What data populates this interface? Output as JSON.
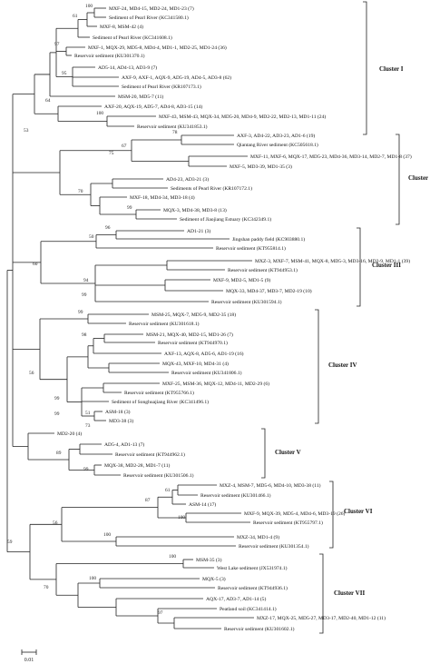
{
  "tree": {
    "leaves": [
      {
        "label": "MXF-24, MD4-15, MD2-24, MD1-23 (7)"
      },
      {
        "label": "Sediment of Pearl River (KC341580.1)"
      },
      {
        "label": "MXF-8, MSM-42 (4)"
      },
      {
        "label": "Sediment of Pearl River (KC341608.1)"
      },
      {
        "label": "MXF-1, MQX-29, MD5-8, MD4-4, MD1-1, MD2-25, MD1-24 (36)"
      },
      {
        "label": "Reservoir sediment (KU301370.1)"
      },
      {
        "label": "AD5-14, AD4-13, AD3-9 (7)"
      },
      {
        "label": "AXF-9, AXF-1, AQX-9, AD5-19, AD4-5, AD3-8 (62)"
      },
      {
        "label": "Sediment of Pearl River (KR107173.1)"
      },
      {
        "label": "MSM-20, MD5-7 (11)"
      },
      {
        "label": "AXF-20, AQX-19, AD5-7, AD4-8, AD3-15 (14)"
      },
      {
        "label": "MXF-43, MSM-43, MQX-34, MD5-20, MD4-9, MD2-22, MD2-13, MD1-11 (24)"
      },
      {
        "label": "Reservoir sediment (KU341853.1)"
      },
      {
        "label": "AXF-3, AD4-22, AD3-23, AD1-6 (19)"
      },
      {
        "label": "Qiantang River sediment (KC505618.1)"
      },
      {
        "label": "MXF-11, MXF-6, MQX-17, MD5-23, MD4-36, MD3-14, MD2-7, MD1-8 (37)"
      },
      {
        "label": "MXF-5, MD3-39, MD1-35 (3)"
      },
      {
        "label": "AD4-23, AD3-21 (3)"
      },
      {
        "label": "Sediments of Pearl River (KR107172.1)"
      },
      {
        "label": "MXF-18, MD4-34, MD3-18 (4)"
      },
      {
        "label": "MQX-3, MD4-38, MD3-8 (13)"
      },
      {
        "label": "Sediment of Jiaojiang Estuary (KC342349.1)"
      },
      {
        "label": "AD1-21 (3)"
      },
      {
        "label": "Jingshan paddy field (KC903880.1)"
      },
      {
        "label": "Reservoir sediment (KT955814.1)"
      },
      {
        "label": "MXZ-3, MXF-7, MSM-41, MQX-8, MD5-3, MD3-16, MD2-9, MD1-1 (39)"
      },
      {
        "label": "Reservoir sediment (KT944953.1)"
      },
      {
        "label": "MXF-9, MD2-5, MD1-5 (9)"
      },
      {
        "label": "MQX-33, MD4-37, MD3-7, MD2-19 (10)"
      },
      {
        "label": "Reservoir sediment (KU301594.1)"
      },
      {
        "label": "MSM-25, MQX-7, MD5-9, MD2-35 (18)"
      },
      {
        "label": "Reservoir sediment (KU301618.1)"
      },
      {
        "label": "MSM-21, MQX-40, MD2-15, MD1-26 (7)"
      },
      {
        "label": "Reservoir sediment (KT944970.1)"
      },
      {
        "label": "AXF-13, AQX-8, AD5-6, AD1-19 (16)"
      },
      {
        "label": "MQX-43, MXF-10, MD4-31 (4)"
      },
      {
        "label": "Reservoir sediment (KU341806.1)"
      },
      {
        "label": "MXF-25, MSM-36, MQX-12, MD4-11, MD2-29 (6)"
      },
      {
        "label": "Reservoir sediment (KT955766.1)"
      },
      {
        "label": "Sediment of Songhuajiang River (KC341496.1)"
      },
      {
        "label": "ASM-18 (3)"
      },
      {
        "label": "MD3-38 (3)"
      },
      {
        "label": "MD2-20 (4)"
      },
      {
        "label": "AD5-4, AD1-13 (7)"
      },
      {
        "label": "Reservoir sediment (KT944962.1)"
      },
      {
        "label": "MQX-38, MD2-28, MD1-7 (11)"
      },
      {
        "label": "Reservoir sediment (KU301506.1)"
      },
      {
        "label": "MXZ-4, MSM-7, MD5-6, MD4-10, MD3-38 (11)"
      },
      {
        "label": "Reservoir sediment (KU301466.1)"
      },
      {
        "label": "ASM-14 (17)"
      },
      {
        "label": "MXF-9, MQX-39, MD5-4, MD4-6, MD3-19 (26)"
      },
      {
        "label": "Reservoir sediment (KT955797.1)"
      },
      {
        "label": "MXZ-34, MD1-4 (9)"
      },
      {
        "label": "Reservoir sediment (KU301354.1)"
      },
      {
        "label": "MSM-35 (3)"
      },
      {
        "label": "West Lake sediment (JX531974.1)"
      },
      {
        "label": "MQX-5 (3)"
      },
      {
        "label": "Reservoir sediment (KT944936.1)"
      },
      {
        "label": "AQX-17, AD3-7, AD1-14 (5)"
      },
      {
        "label": "Peatland soil (KC341414.1)"
      },
      {
        "label": "MXZ-17, MQX-25, MD5-27, MD3-17, MD2-40, MD1-12 (11)"
      },
      {
        "label": "Reservoir sediment (KU301602.1)"
      }
    ],
    "bootstrap": {
      "b100a": "100",
      "b61": "61",
      "b97": "97",
      "b95": "95",
      "b64": "64",
      "b100b": "100",
      "b53": "53",
      "b78": "78",
      "b67": "67",
      "b75": "75",
      "b70a": "70",
      "b99a": "99",
      "b96": "96",
      "b50": "50",
      "b60": "60",
      "b94": "94",
      "b99b": "99",
      "b99c": "99",
      "b98": "98",
      "b56": "56",
      "b99d": "99",
      "b99e": "99",
      "b51": "51",
      "b73": "73",
      "b89": "89",
      "b99f": "99",
      "b61b": "61",
      "b87": "87",
      "b100c": "100",
      "b56b": "56",
      "b100d": "100",
      "b59": "59",
      "b100e": "100",
      "b100f": "100",
      "b70b": "70",
      "b97b": "97"
    },
    "clusters": [
      {
        "name": "Cluster I"
      },
      {
        "name": "Cluster II"
      },
      {
        "name": "Cluster III"
      },
      {
        "name": "Cluster IV"
      },
      {
        "name": "Cluster V"
      },
      {
        "name": "Cluster VI"
      },
      {
        "name": "Cluster VII"
      }
    ],
    "scale_label": "0.01"
  }
}
